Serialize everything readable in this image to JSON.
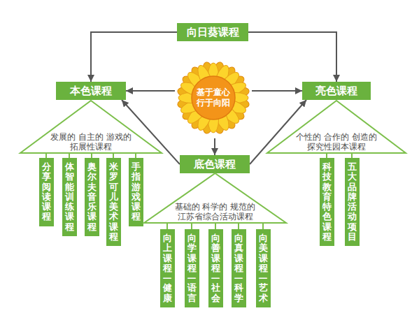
{
  "diagram": {
    "nodes": [
      {
        "text": [
          "向日葵课程"
        ]
      },
      {
        "text": [
          "本色课程"
        ]
      },
      {
        "text": [
          "基于童心 行于向阳"
        ]
      },
      {
        "text": [
          "亮色课程"
        ]
      },
      {
        "text": [
          "发展的 自主的 游戏的 拓展性课程"
        ]
      },
      {
        "text": [
          "个性的 合作的 创造的 探究性园本课程"
        ]
      },
      {
        "text": [
          "分享阅读课程"
        ]
      },
      {
        "text": [
          "体智能训练课程"
        ]
      },
      {
        "text": [
          "奥尔夫音乐课程"
        ]
      },
      {
        "text": [
          "米罗可儿美术课程"
        ]
      },
      {
        "text": [
          "手指游戏课程"
        ]
      },
      {
        "text": [
          "科技教育特色课程"
        ]
      },
      {
        "text": [
          "五大品牌活动项目"
        ]
      },
      {
        "text": [
          "底色课程"
        ]
      },
      {
        "text": [
          "基础的 科学的 规范的 江苏省综合活动课程"
        ]
      },
      {
        "text": [
          "向上课程—健康"
        ]
      },
      {
        "text": [
          "向学课程—语言"
        ]
      },
      {
        "text": [
          "向善课程—社会"
        ]
      },
      {
        "text": [
          "向真课程—科学"
        ]
      },
      {
        "text": [
          "向美课程—艺术"
        ]
      }
    ],
    "edges": [
      {
        "from": 0,
        "to": 1,
        "arrow": "to"
      },
      {
        "from": 0,
        "to": 3,
        "arrow": "to"
      },
      {
        "from": 2,
        "to": 1,
        "arrow": "to"
      },
      {
        "from": 2,
        "to": 3,
        "arrow": "to"
      },
      {
        "from": 2,
        "to": 13,
        "arrow": "to"
      },
      {
        "from": 13,
        "to": 1,
        "arrow": "to"
      },
      {
        "from": 13,
        "to": 3,
        "arrow": "to"
      },
      {
        "from": 4,
        "to": 6,
        "arrow": "none"
      },
      {
        "from": 4,
        "to": 7,
        "arrow": "none"
      },
      {
        "from": 4,
        "to": 8,
        "arrow": "none"
      },
      {
        "from": 4,
        "to": 9,
        "arrow": "none"
      },
      {
        "from": 4,
        "to": 10,
        "arrow": "none"
      },
      {
        "from": 5,
        "to": 11,
        "arrow": "none"
      },
      {
        "from": 5,
        "to": 12,
        "arrow": "none"
      },
      {
        "from": 14,
        "to": 15,
        "arrow": "none"
      },
      {
        "from": 14,
        "to": 16,
        "arrow": "none"
      },
      {
        "from": 14,
        "to": 17,
        "arrow": "none"
      },
      {
        "from": 14,
        "to": 18,
        "arrow": "none"
      },
      {
        "from": 14,
        "to": 19,
        "arrow": "none"
      }
    ]
  }
}
